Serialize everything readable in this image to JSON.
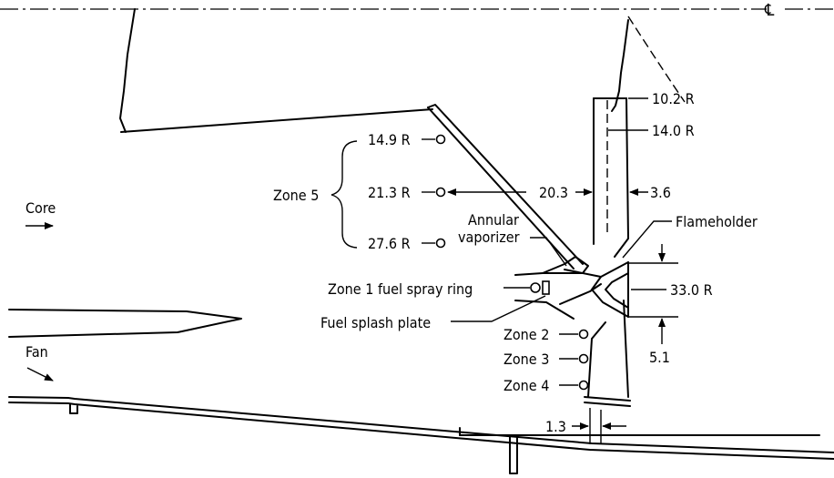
{
  "centerline_symbol": "℄",
  "flow_labels": {
    "core": "Core",
    "fan": "Fan"
  },
  "zone5": {
    "label": "Zone 5",
    "radii": [
      "14.9 R",
      "21.3 R",
      "27.6 R"
    ]
  },
  "dimensions": {
    "r_10_2": "10.2 R",
    "r_14_0": "14.0 R",
    "d_20_3": "20.3",
    "d_3_6": "3.6",
    "r_33_0": "33.0 R",
    "d_5_1": "5.1",
    "d_1_3": "1.3"
  },
  "component_labels": {
    "annular_vaporizer_line1": "Annular",
    "annular_vaporizer_line2": "vaporizer",
    "flameholder": "Flameholder",
    "zone1_spray_ring": "Zone 1 fuel spray ring",
    "fuel_splash_plate": "Fuel splash plate"
  },
  "zones": {
    "zone2": "Zone 2",
    "zone3": "Zone 3",
    "zone4": "Zone 4"
  }
}
